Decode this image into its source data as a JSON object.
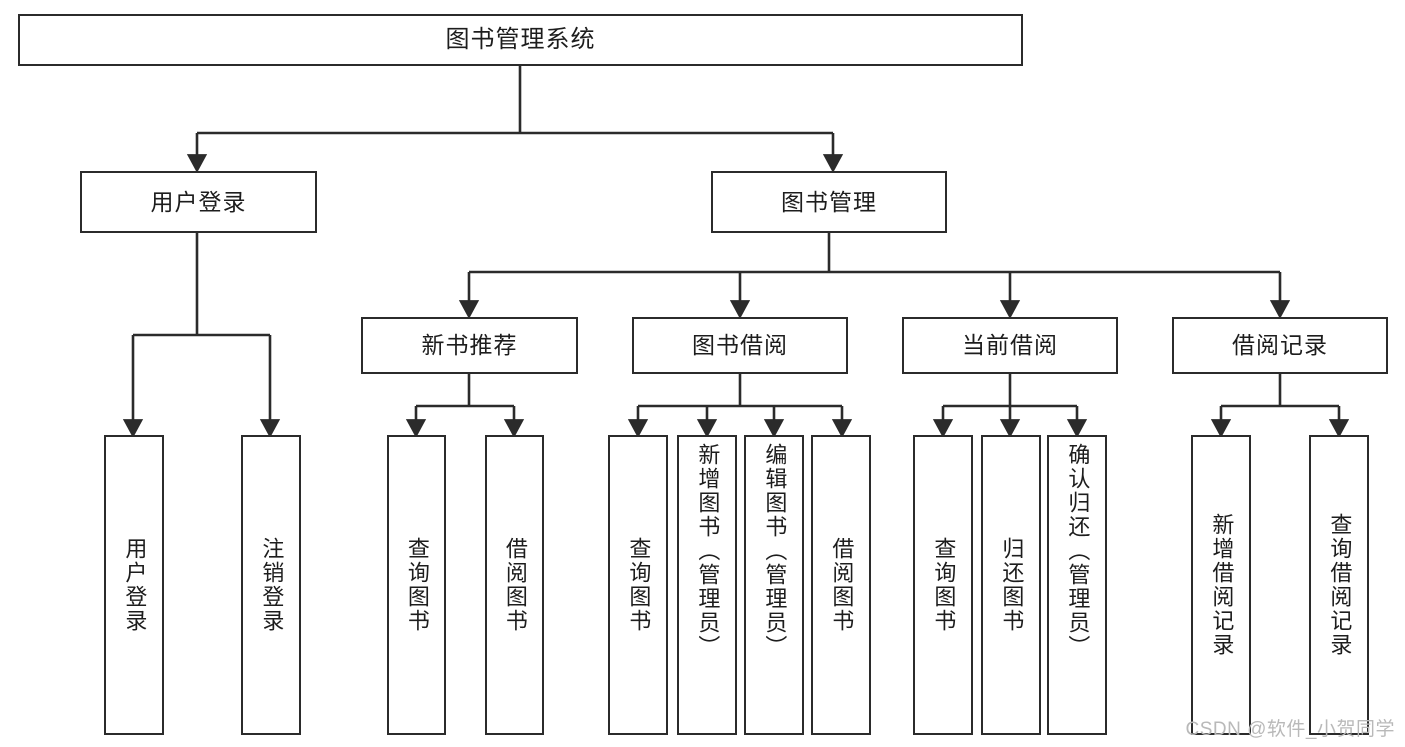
{
  "diagram": {
    "title": "图书管理系统",
    "type": "tree-hierarchy-chart",
    "root": {
      "id": "root",
      "label": "图书管理系统"
    },
    "level2": [
      {
        "id": "user-login",
        "label": "用户登录"
      },
      {
        "id": "book-management",
        "label": "图书管理"
      }
    ],
    "level3": [
      {
        "id": "new-book-recommend",
        "label": "新书推荐",
        "parent": "book-management"
      },
      {
        "id": "book-borrow",
        "label": "图书借阅",
        "parent": "book-management"
      },
      {
        "id": "current-borrow",
        "label": "当前借阅",
        "parent": "book-management"
      },
      {
        "id": "borrow-record",
        "label": "借阅记录",
        "parent": "book-management"
      }
    ],
    "leaves": [
      {
        "id": "leaf-user-login",
        "label": "用户登录",
        "parent": "user-login"
      },
      {
        "id": "leaf-logout-login",
        "label": "注销登录",
        "parent": "user-login"
      },
      {
        "id": "leaf-query-book-1",
        "label": "查询图书",
        "parent": "new-book-recommend"
      },
      {
        "id": "leaf-borrow-book-1",
        "label": "借阅图书",
        "parent": "new-book-recommend"
      },
      {
        "id": "leaf-query-book-2",
        "label": "查询图书",
        "parent": "book-borrow"
      },
      {
        "id": "leaf-add-book",
        "label": "新增图书（管理员）",
        "parent": "book-borrow"
      },
      {
        "id": "leaf-edit-book",
        "label": "编辑图书（管理员）",
        "parent": "book-borrow"
      },
      {
        "id": "leaf-borrow-book-2",
        "label": "借阅图书",
        "parent": "book-borrow"
      },
      {
        "id": "leaf-query-book-3",
        "label": "查询图书",
        "parent": "current-borrow"
      },
      {
        "id": "leaf-return-book",
        "label": "归还图书",
        "parent": "current-borrow"
      },
      {
        "id": "leaf-confirm-return",
        "label": "确认归还（管理员）",
        "parent": "current-borrow"
      },
      {
        "id": "leaf-add-borrow-record",
        "label": "新增借阅记录",
        "parent": "borrow-record"
      },
      {
        "id": "leaf-query-borrow-record",
        "label": "查询借阅记录",
        "parent": "borrow-record"
      }
    ],
    "colors": {
      "stroke": "#2b2b2b",
      "fill": "#ffffff",
      "text": "#1d1d1d",
      "watermark": "#b9b9b9"
    }
  },
  "watermark": {
    "text": "CSDN @软件_小贺同学"
  }
}
